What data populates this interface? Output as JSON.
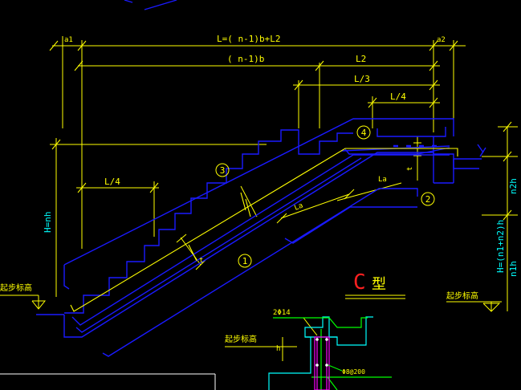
{
  "dimensions": {
    "total": "L=( n-1)b+L2",
    "a1": "a1",
    "a2": "a2",
    "nb": "( n-1)b",
    "l2": "L2",
    "l3": "L/3",
    "l4_top": "L/4",
    "l4_left": "L/4",
    "la_left": "La",
    "la_right": "La",
    "t": "t",
    "h_left": "H=nh",
    "n2h": "n2h",
    "h_right": "H=(n1+n2)h",
    "n1h": "n1h",
    "h_detail": "h"
  },
  "markers": {
    "m1": "1",
    "m2": "2",
    "m3": "3",
    "m4": "4"
  },
  "type_label": {
    "letter": "C",
    "suffix": "型"
  },
  "notes": {
    "step_elev_left": "起步标高",
    "step_elev_right": "起步标高",
    "step_elev_detail": "起步标高",
    "rebar_top": "2Φ14",
    "stirrup": "Φ8@200"
  },
  "colors": {
    "yellow": "#ffff00",
    "blue": "#1a1aff",
    "cyan": "#00ffff",
    "green": "#00ff00",
    "magenta": "#ff00ff",
    "red": "#ff2020",
    "white": "#ffffff"
  }
}
